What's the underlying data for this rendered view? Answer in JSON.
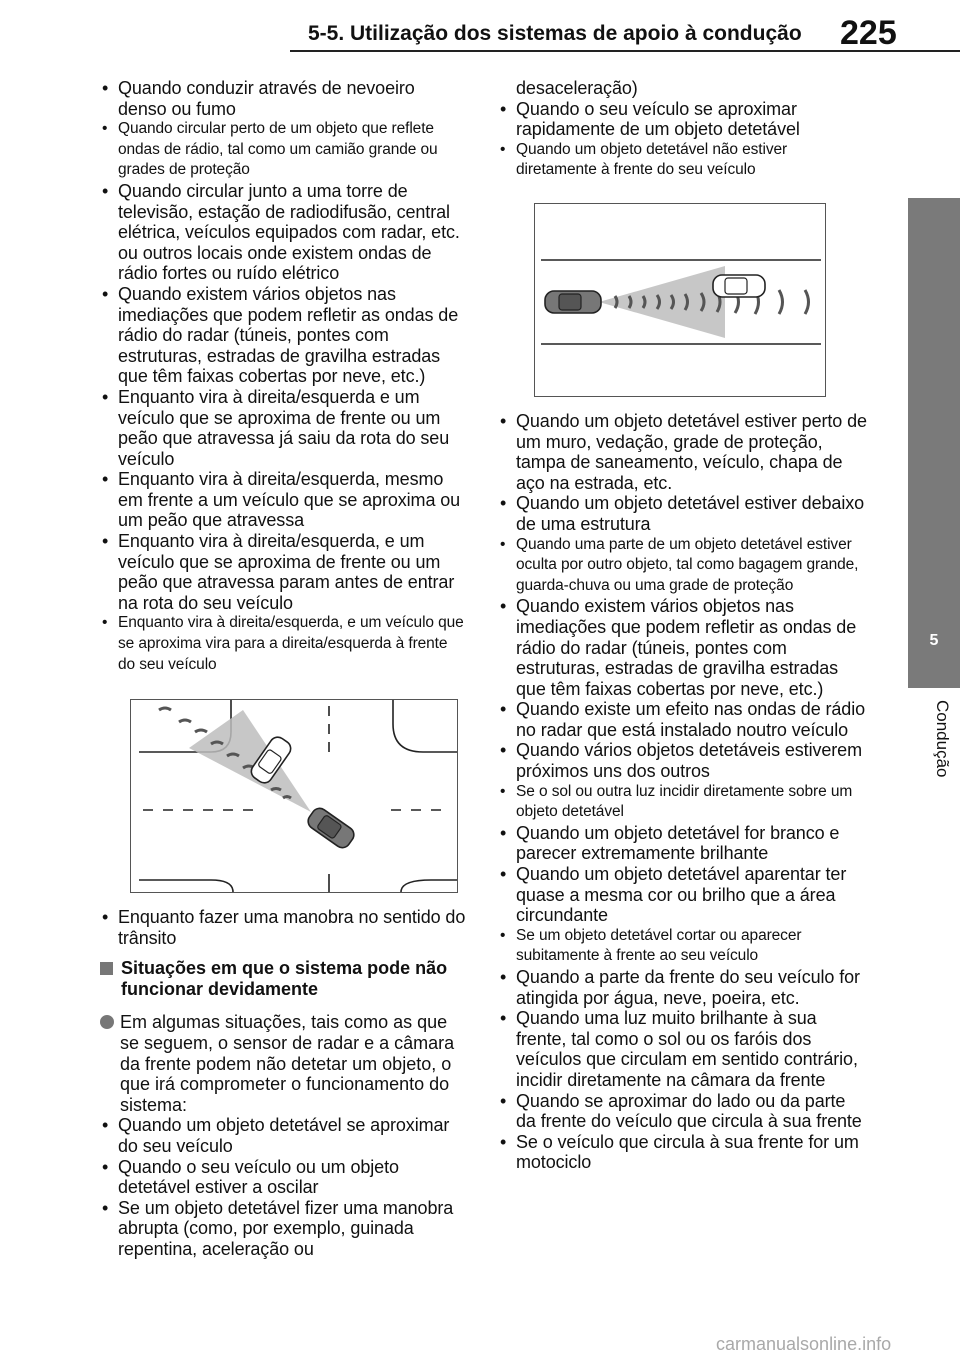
{
  "header": {
    "title": "5-5. Utilização dos sistemas de apoio à condução",
    "page_number": "225"
  },
  "side_tab": {
    "chapter_number": "5",
    "chapter_label": "Condução"
  },
  "left_column": {
    "bullets_top": [
      {
        "text": "Quando conduzir através de nevoeiro denso ou fumo",
        "small": false
      },
      {
        "text": "Quando circular perto de um objeto que reflete ondas de rádio, tal como um camião grande ou grades de proteção",
        "small": true
      },
      {
        "text": "Quando circular junto a uma torre de televisão, estação de radiodifusão, central elétrica, veículos equipados com radar, etc. ou outros locais onde existem ondas de rádio fortes ou ruído elétrico",
        "small": false
      },
      {
        "text": "Quando existem vários objetos nas imediações que podem refletir as ondas de rádio do radar (túneis, pontes com estruturas, estradas de gravilha estradas que têm faixas cobertas por neve, etc.)",
        "small": false
      },
      {
        "text": "Enquanto vira à direita/esquerda e um veículo que se aproxima de frente ou um peão que atravessa já saiu da rota do seu veículo",
        "small": false
      },
      {
        "text": "Enquanto vira à direita/esquerda, mesmo em frente a um veículo que se aproxima ou um peão que atravessa",
        "small": false
      },
      {
        "text": "Enquanto vira à direita/esquerda, e um veículo que se aproxima de frente ou um peão que atravessa param antes de entrar na rota do seu veículo",
        "small": false
      },
      {
        "text": "Enquanto vira à direita/esquerda, e um veículo que se aproxima vira para a direita/esquerda à frente do seu veículo",
        "small": true
      }
    ],
    "bullets_after_figure": [
      {
        "text": "Enquanto fazer uma manobra no sentido do trânsito",
        "small": false
      }
    ],
    "section_heading": "Situações em que o sistema pode não funcionar devidamente",
    "intro_paragraph": "Em algumas situações, tais como as que se seguem, o sensor de radar e a câmara da frente podem não detetar um objeto, o que irá comprometer o funcionamento do sistema:",
    "bullets_bottom": [
      {
        "text": "Quando um objeto detetável se aproximar do seu veículo",
        "small": false
      },
      {
        "text": "Quando o seu veículo ou um objeto detetável estiver a oscilar",
        "small": false
      },
      {
        "text": "Se um objeto detetável fizer uma manobra abrupta (como, por exemplo, guinada repentina, aceleração ou",
        "small": false
      }
    ]
  },
  "right_column": {
    "continuation": "desaceleração)",
    "bullets_top": [
      {
        "text": "Quando o seu veículo se aproximar rapidamente de um objeto detetável",
        "small": false
      },
      {
        "text": "Quando um objeto detetável não estiver diretamente à frente do seu veículo",
        "small": true
      }
    ],
    "bullets_after_figure": [
      {
        "text": "Quando um objeto detetável estiver perto de um muro, vedação, grade de proteção, tampa de saneamento, veículo, chapa de aço na estrada, etc.",
        "small": false
      },
      {
        "text": "Quando um objeto detetável estiver debaixo de uma estrutura",
        "small": false
      },
      {
        "text": "Quando uma parte de um objeto detetável estiver oculta por outro objeto, tal como bagagem grande, guarda-chuva ou uma grade de proteção",
        "small": true
      },
      {
        "text": "Quando existem vários objetos nas imediações que podem refletir as ondas de rádio do radar (túneis, pontes com estruturas, estradas de gravilha estradas que têm faixas cobertas por neve, etc.)",
        "small": false
      },
      {
        "text": "Quando existe um efeito nas ondas de rádio no radar que está instalado noutro veículo",
        "small": false
      },
      {
        "text": "Quando vários objetos detetáveis estiverem próximos uns dos outros",
        "small": false
      },
      {
        "text": "Se o sol ou outra luz incidir diretamente sobre um objeto detetável",
        "small": true
      },
      {
        "text": "Quando um objeto detetável for branco e parecer extremamente brilhante",
        "small": false
      },
      {
        "text": "Quando um objeto detetável aparentar ter quase a mesma cor ou brilho que a área circundante",
        "small": false
      },
      {
        "text": "Se um objeto detetável cortar ou aparecer subitamente à frente ao seu veículo",
        "small": true
      },
      {
        "text": "Quando a parte da frente do seu veículo for atingida por água, neve, poeira, etc.",
        "small": false
      },
      {
        "text": "Quando uma luz muito brilhante à sua frente, tal como o sol ou os faróis dos veículos que circulam em sentido contrário, incidir diretamente na câmara da frente",
        "small": false
      },
      {
        "text": "Quando se aproximar do lado ou da parte da frente do veículo que circula à sua frente",
        "small": false
      },
      {
        "text": "Se o veículo que circula à sua frente for um motociclo",
        "small": false
      }
    ]
  },
  "footer": {
    "watermark": "carmanualsonline.info"
  }
}
